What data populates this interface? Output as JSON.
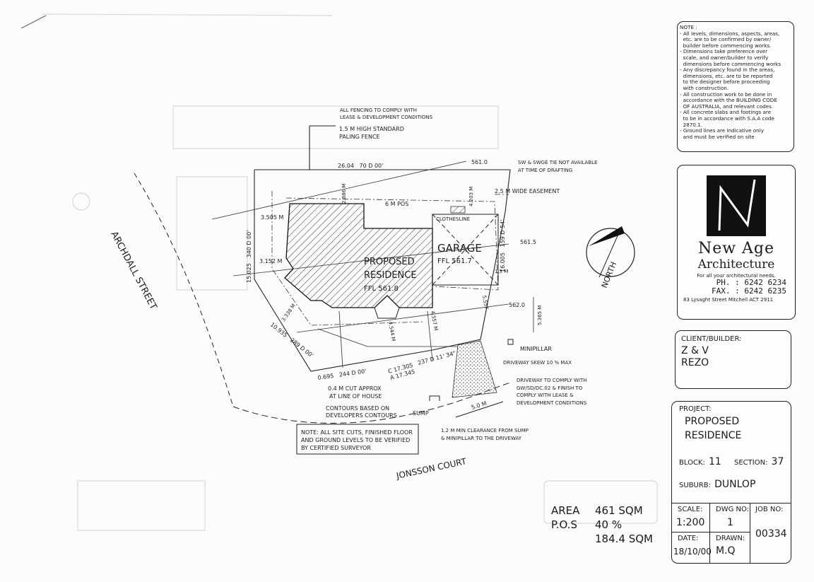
{
  "plan": {
    "fencing_note": [
      "ALL FENCING TO COMPLY WITH",
      "LEASE & DEVELOPMENT CONDITIONS"
    ],
    "fence_label": [
      "1.5 M HIGH STANDARD",
      "PALING FENCE"
    ],
    "top_bearing": "26.04   70 D 00'",
    "level_561_0": "561.0",
    "sw_note": [
      "SW & SWGE TIE NOT AVAILABLE",
      "AT TIME OF DRAFTING"
    ],
    "easement": "2.5 M WIDE EASEMENT",
    "dim_2886": "2.886 M",
    "dim_4203": "4.203 M",
    "pos": "6 M POS",
    "clothesline": "CLOTHESLINE",
    "dim_3505": "3.505 M",
    "left_bearing": "15.025   340 D 00'",
    "dim_3152": "3.152 M",
    "garage": "GARAGE",
    "garage_ffl": "FFL 561.7",
    "right_bearing": "16.005   159 D 54'",
    "level_561_5": "561.5",
    "dim_1_5": "1.5 M",
    "residence_1": "PROPOSED",
    "residence_2": "RESIDENCE",
    "residence_ffl": "FFL 561.8",
    "dim_3338": "3.338 M",
    "dim_5557": "5.557",
    "level_562_0": "562.0",
    "dim_5365": "5.365 M",
    "sw_bearing": "10.935   289 D 00'",
    "dim_4544": "4.544 M",
    "dim_4557": "4.557 M",
    "minipillar": "MINIPILLAR",
    "driveway_skew": "DRIVEWAY SKEW 10 % MAX",
    "bottom_left": "0.695   244 D 00'",
    "arc_c": "C 17.305",
    "arc_a": "A 17.345",
    "bottom_bearing": "237 D 11' 34\"",
    "cut_note": [
      "0.4 M CUT APPROX",
      "AT LINE OF HOUSE"
    ],
    "contours": [
      "CONTOURS BASED ON",
      "DEVELOPERS CONTOURS"
    ],
    "sump": "SUMP",
    "driveway_note": [
      "DRIVEWAY TO COMPLY WITH",
      "GW/SD/DC.02 & FINISH TO",
      "COMPLY WITH LEASE &",
      "DEVELOPMENT CONDITIONS"
    ],
    "dim_5_0": "5.0 M",
    "clearance": [
      "1.2 M MIN CLEARANCE FROM SUMP",
      "& MINIPILLAR TO THE DRIVEWAY"
    ],
    "site_note": [
      "NOTE: ALL SITE CUTS, FINISHED FLOOR",
      "AND GROUND LEVELS TO BE VERIFIED",
      "BY CERTIFIED SURVEYOR"
    ],
    "street_1": "ARCHDALL STREET",
    "street_2": "JONSSON COURT",
    "north": "NORTH"
  },
  "area": {
    "area_label": "AREA",
    "area_value": "461 SQM",
    "pos_label": "P.O.S",
    "pos_value": "40 %",
    "pos_sqm": "184.4 SQM"
  },
  "notes": {
    "title": "NOTE :",
    "items": [
      "- All levels, dimensions, aspects, areas,\n  etc. are to be confirmed by owner/\n  builder before commencing works.",
      "- Dimensions take preference over\n  scale, and owner/builder to verify\n  dimensions before commencing works",
      "- Any discrepancy found in the areas,\n  dimensions, etc. are to be reported\n  to the designer before proceeding\n  with construction.",
      "- All construction work to be done in\n  accordance with the BUILDING CODE\n  OF AUSTRALIA, and relevant codes.",
      "- All concrete slabs and footings are\n  to be in accordance with S.A.A code\n  2870.1.",
      "- Ground lines are indicative only\n  and must be verified on site"
    ]
  },
  "firm": {
    "name_1": "New Age",
    "name_2": "Architecture",
    "tagline": "For all your architectural needs.",
    "phone": "PH. : 6242 6234",
    "fax": "FAX. : 6242 6235",
    "address": "83 Lysaght Street Mitchell ACT 2911"
  },
  "client": {
    "label": "CLIENT/BUILDER:",
    "line_1": "Z & V",
    "line_2": "REZO"
  },
  "project": {
    "label": "PROJECT:",
    "name_1": "PROPOSED",
    "name_2": "RESIDENCE",
    "block_label": "BLOCK:",
    "block": "11",
    "section_label": "SECTION:",
    "section": "37",
    "suburb_label": "SUBURB:",
    "suburb": "DUNLOP",
    "scale_label": "SCALE:",
    "scale": "1:200",
    "dwg_label": "DWG NO:",
    "dwg": "1",
    "job_label": "JOB NO:",
    "job": "00334",
    "date_label": "DATE:",
    "date": "18/10/00",
    "drawn_label": "DRAWN:",
    "drawn": "M.Q"
  }
}
